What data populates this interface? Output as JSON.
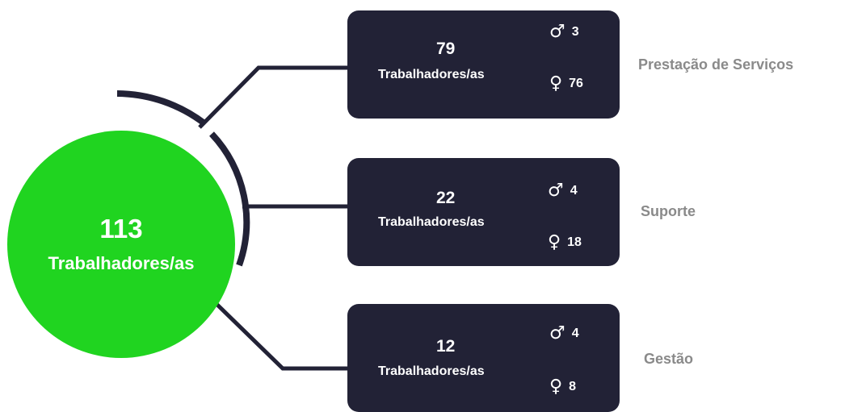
{
  "total": {
    "count": "113",
    "label": "Trabalhadores/as"
  },
  "groups": [
    {
      "name": "Prestação de Serviços",
      "count": "79",
      "label": "Trabalhadores/as",
      "male": "3",
      "female": "76"
    },
    {
      "name": "Suporte",
      "count": "22",
      "label": "Trabalhadores/as",
      "male": "4",
      "female": "18"
    },
    {
      "name": "Gestão",
      "count": "12",
      "label": "Trabalhadores/as",
      "male": "4",
      "female": "8"
    }
  ],
  "icons": {
    "male": "♂",
    "female": "♀"
  },
  "colors": {
    "hub": "#20d420",
    "card": "#222236",
    "connector": "#222236",
    "dept_text": "#8a8a8a"
  }
}
